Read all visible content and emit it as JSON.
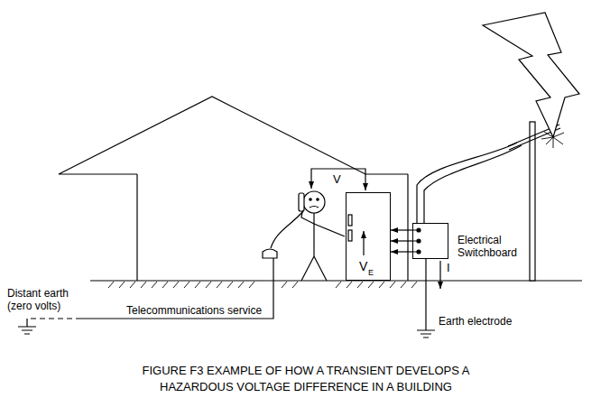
{
  "diagram": {
    "caption": "FIGURE F3 EXAMPLE OF HOW A TRANSIENT DEVELOPS A HAZARDOUS VOLTAGE DIFFERENCE IN A BUILDING",
    "nodes": [
      {
        "text": [
          "V",
          "E"
        ]
      },
      {
        "text": [
          "Electrical Switchboard"
        ]
      }
    ],
    "edges": [
      {
        "from": 1,
        "to": 0,
        "arrow": "to"
      },
      {
        "from": 1,
        "to": 0,
        "arrow": "to"
      },
      {
        "from": 1,
        "to": 0,
        "arrow": "to"
      }
    ],
    "labels": [
      "V",
      "I",
      "Earth electrode",
      "Distant earth (zero volts)",
      "Telecommunications service"
    ]
  }
}
